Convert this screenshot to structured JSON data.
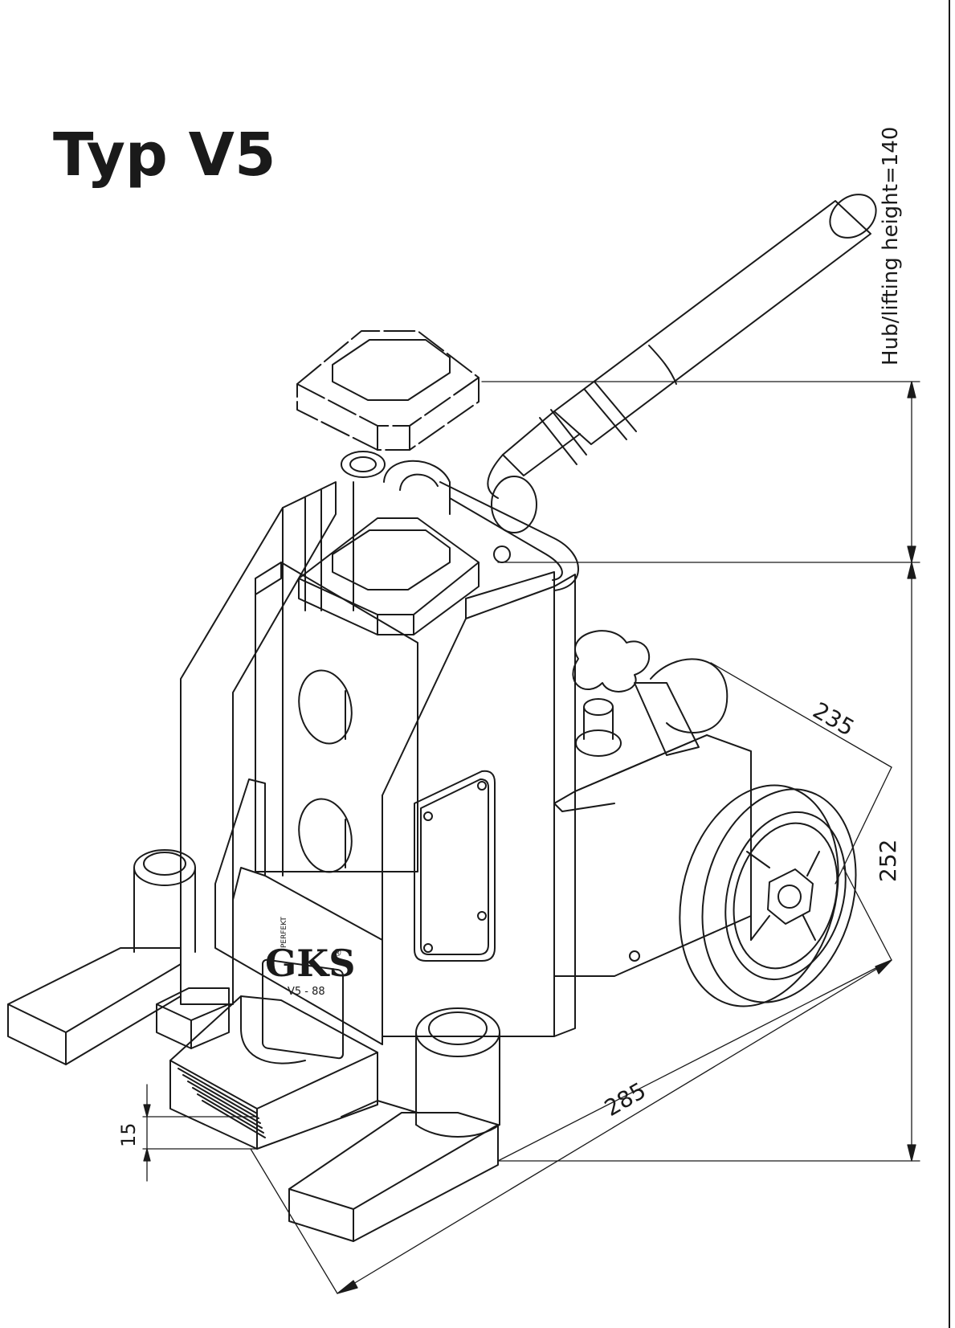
{
  "title": "Typ V5",
  "dimensions": {
    "lifting_height": "Hub/lifting height=140",
    "width": "235",
    "height": "252",
    "length": "285",
    "toe_height": "15"
  },
  "logo": {
    "brand": "GKS",
    "sub": "PERFEKT",
    "model": "V5 - 88",
    "registered": "®"
  },
  "colors": {
    "line": "#1a1a1a",
    "background": "#ffffff"
  }
}
